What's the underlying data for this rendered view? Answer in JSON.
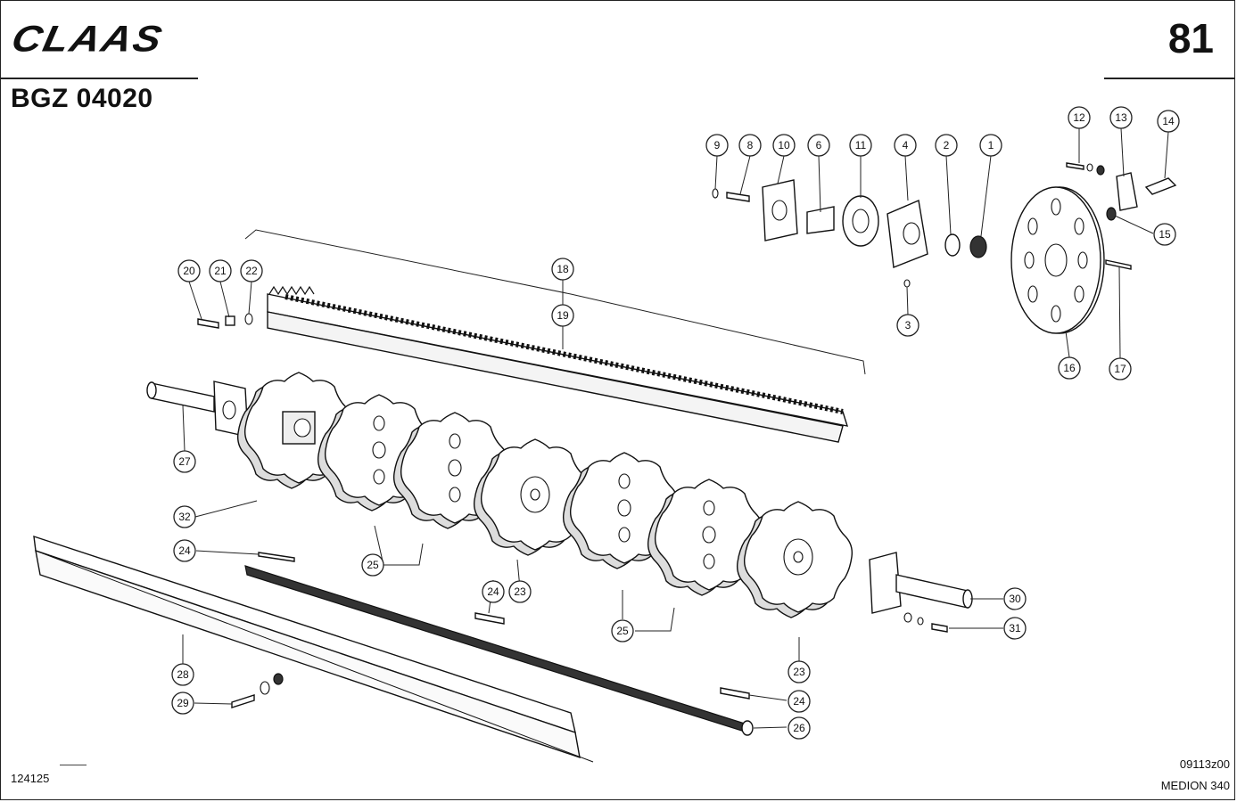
{
  "header": {
    "brand": "CLAAS",
    "page_number": "81",
    "drawing_code": "BGZ 04020"
  },
  "footer": {
    "sheet_ref": "124125",
    "image_code": "09113z00",
    "model_name": "MEDION 340"
  },
  "callouts": [
    "1",
    "2",
    "3",
    "4",
    "6",
    "8",
    "9",
    "10",
    "11",
    "12",
    "13",
    "14",
    "15",
    "16",
    "17",
    "18",
    "19",
    "20",
    "21",
    "22",
    "23",
    "24",
    "25",
    "26",
    "27",
    "28",
    "29",
    "30",
    "31",
    "32"
  ]
}
